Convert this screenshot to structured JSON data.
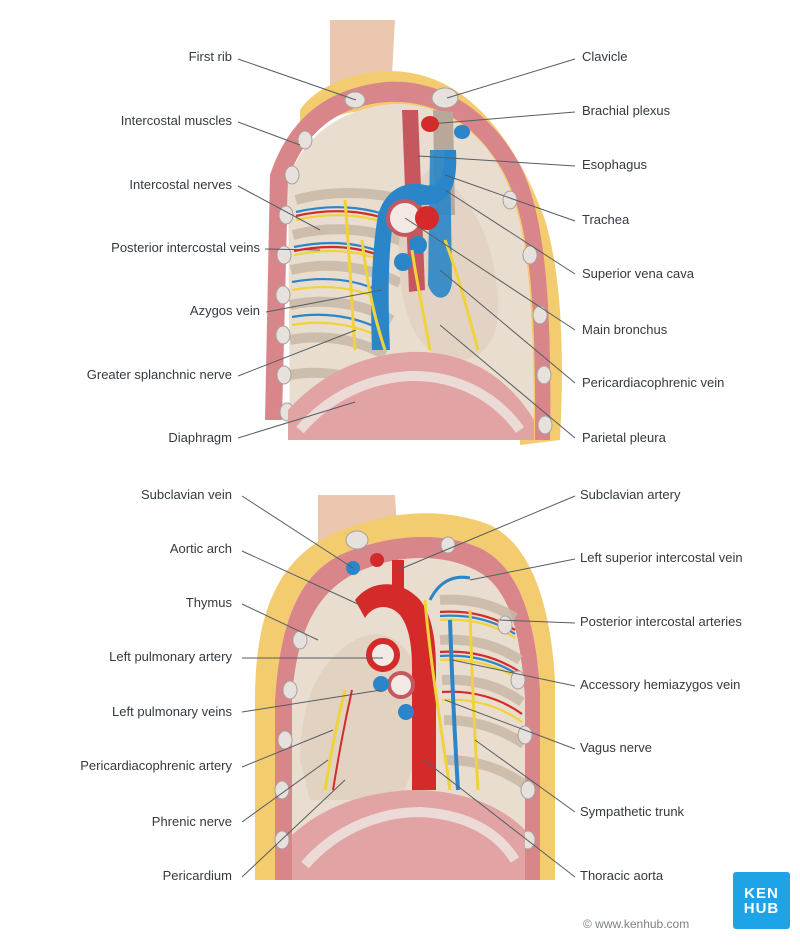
{
  "colors": {
    "muscle": "#d9868b",
    "muscle_dark": "#b85a63",
    "fat": "#f2cc6e",
    "bone": "#e6e1dc",
    "vein": "#2a86c8",
    "artery": "#d42a2a",
    "nerve": "#f0d23a",
    "pleura": "#e9ddcf",
    "leader": "#555d63"
  },
  "top_panel": {
    "left_labels": [
      "First rib",
      "Intercostal muscles",
      "Intercostal nerves",
      "Posterior intercostal veins",
      "Azygos vein",
      "Greater splanchnic nerve",
      "Diaphragm"
    ],
    "right_labels": [
      "Clavicle",
      "Brachial plexus",
      "Esophagus",
      "Trachea",
      "Superior vena cava",
      "Main bronchus",
      "Pericardiacophrenic vein",
      "Parietal pleura"
    ]
  },
  "bottom_panel": {
    "left_labels": [
      "Subclavian vein",
      "Aortic arch",
      "Thymus",
      "Left pulmonary artery",
      "Left pulmonary veins",
      "Pericardiacophrenic artery",
      "Phrenic nerve",
      "Pericardium"
    ],
    "right_labels": [
      "Subclavian artery",
      "Left superior intercostal vein",
      "Posterior intercostal arteries",
      "Accessory hemiazygos vein",
      "Vagus nerve",
      "Sympathetic trunk",
      "Thoracic aorta"
    ]
  },
  "branding": {
    "badge_line1": "KEN",
    "badge_line2": "HUB",
    "footer": "© www.kenhub.com"
  }
}
